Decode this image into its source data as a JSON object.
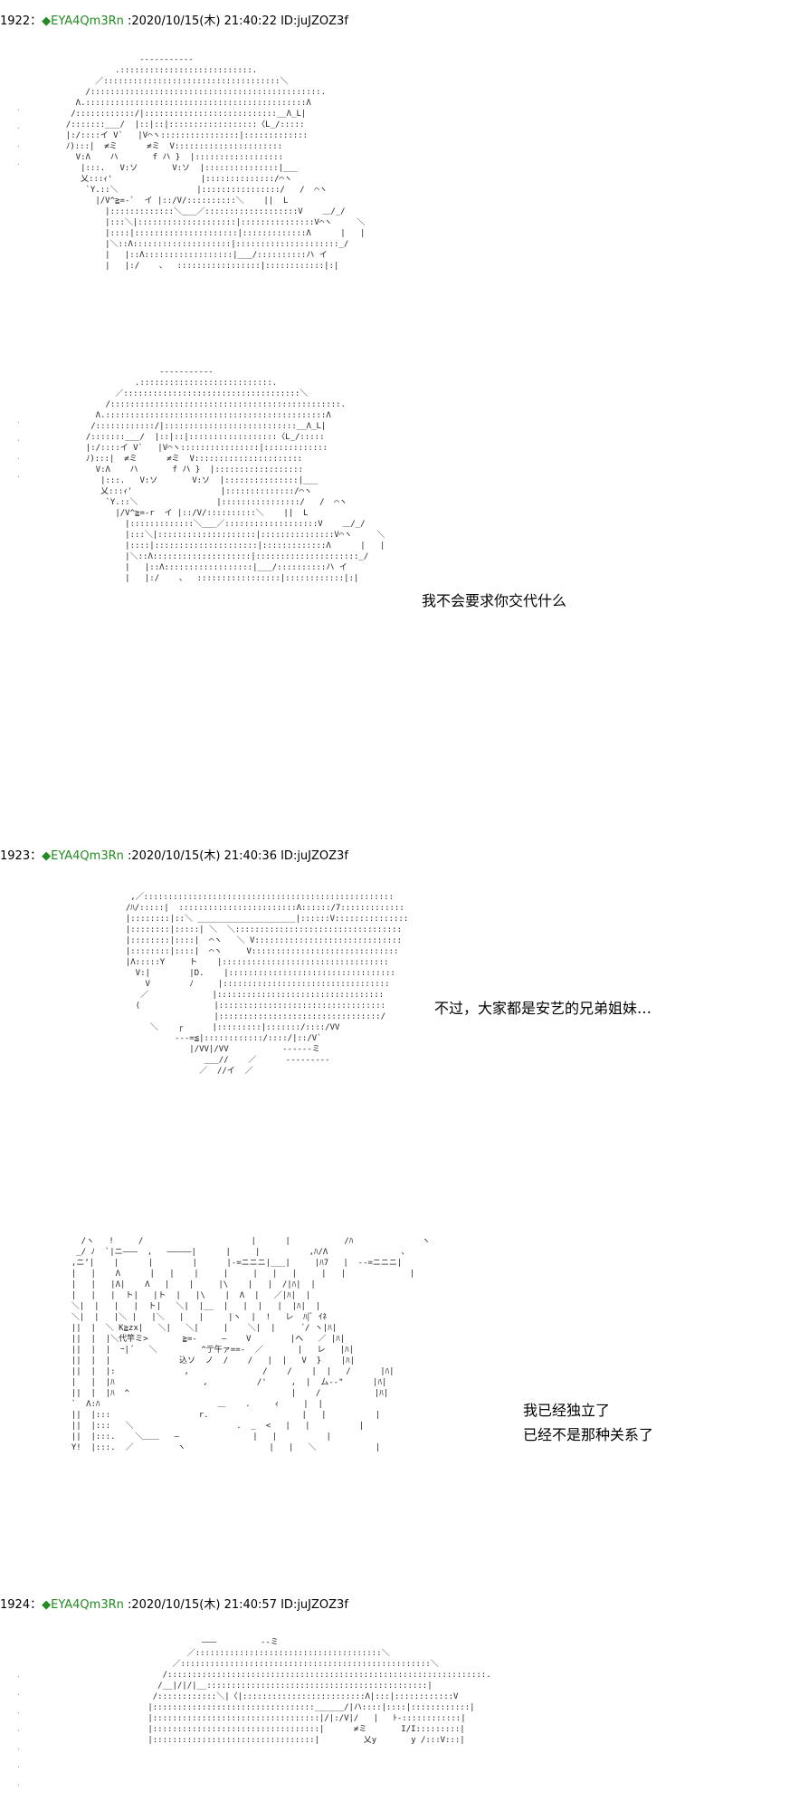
{
  "posts": [
    {
      "header": {
        "num": "1922",
        "sep": "：",
        "mark": "◆",
        "trip": "EYA4Qm3Rn",
        "meta": " :2020/10/15(木) 21:40:22 ID:juJZOZ3f"
      },
      "dialogue": []
    },
    {
      "header": null,
      "dialogue": [
        "我不会要求你交代什么"
      ]
    },
    {
      "header": {
        "num": "1923",
        "sep": "：",
        "mark": "◆",
        "trip": "EYA4Qm3Rn",
        "meta": " :2020/10/15(木) 21:40:36 ID:juJZOZ3f"
      },
      "dialogue": [
        "不过，大家都是安艺的兄弟姐妹…"
      ]
    },
    {
      "header": null,
      "dialogue": [
        "我已经独立了",
        "已经不是那种关系了"
      ]
    },
    {
      "header": {
        "num": "1924",
        "sep": "：",
        "mark": "◆",
        "trip": "EYA4Qm3Rn",
        "meta": " :2020/10/15(木) 21:40:57 ID:juJZOZ3f"
      },
      "dialogue": []
    }
  ]
}
